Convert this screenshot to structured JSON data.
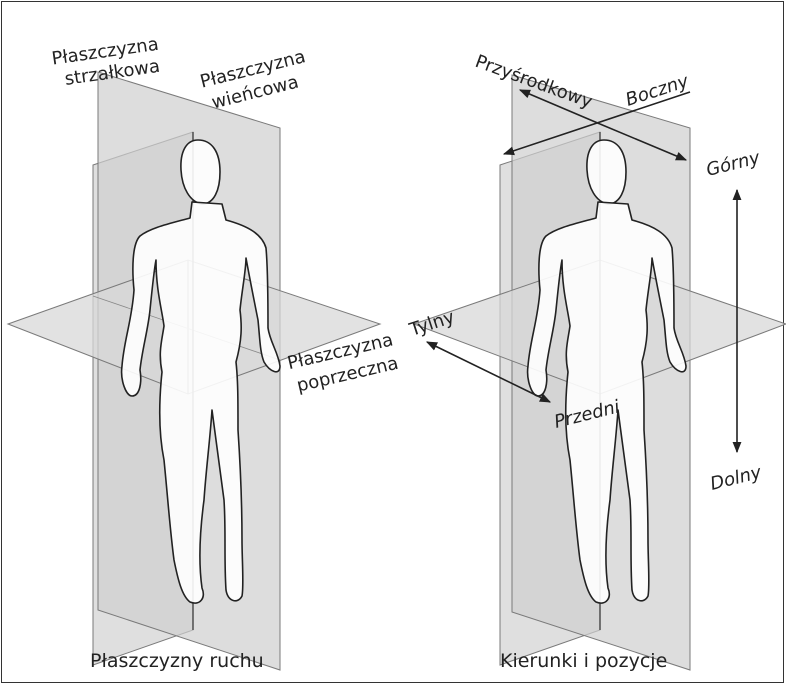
{
  "left_panel": {
    "sagittal_label_line1": "Płaszczyzna",
    "sagittal_label_line2": "strzałkowa",
    "coronal_label_line1": "Płaszczyzna",
    "coronal_label_line2": "wieńcowa",
    "transverse_label_line1": "Płaszczyzna",
    "transverse_label_line2": "poprzeczna",
    "caption": "Płaszczyzny ruchu"
  },
  "right_panel": {
    "medial_label": "Przyśrodkowy",
    "lateral_label": "Boczny",
    "superior_label": "Górny",
    "inferior_label": "Dolny",
    "posterior_label": "Tylny",
    "anterior_label": "Przedni",
    "caption": "Kierunki i pozycje"
  },
  "colors": {
    "plane_fill": "#d4d4d4",
    "plane_stroke": "#7a7a7a",
    "body_fill": "#ffffff",
    "outline": "#222222"
  }
}
